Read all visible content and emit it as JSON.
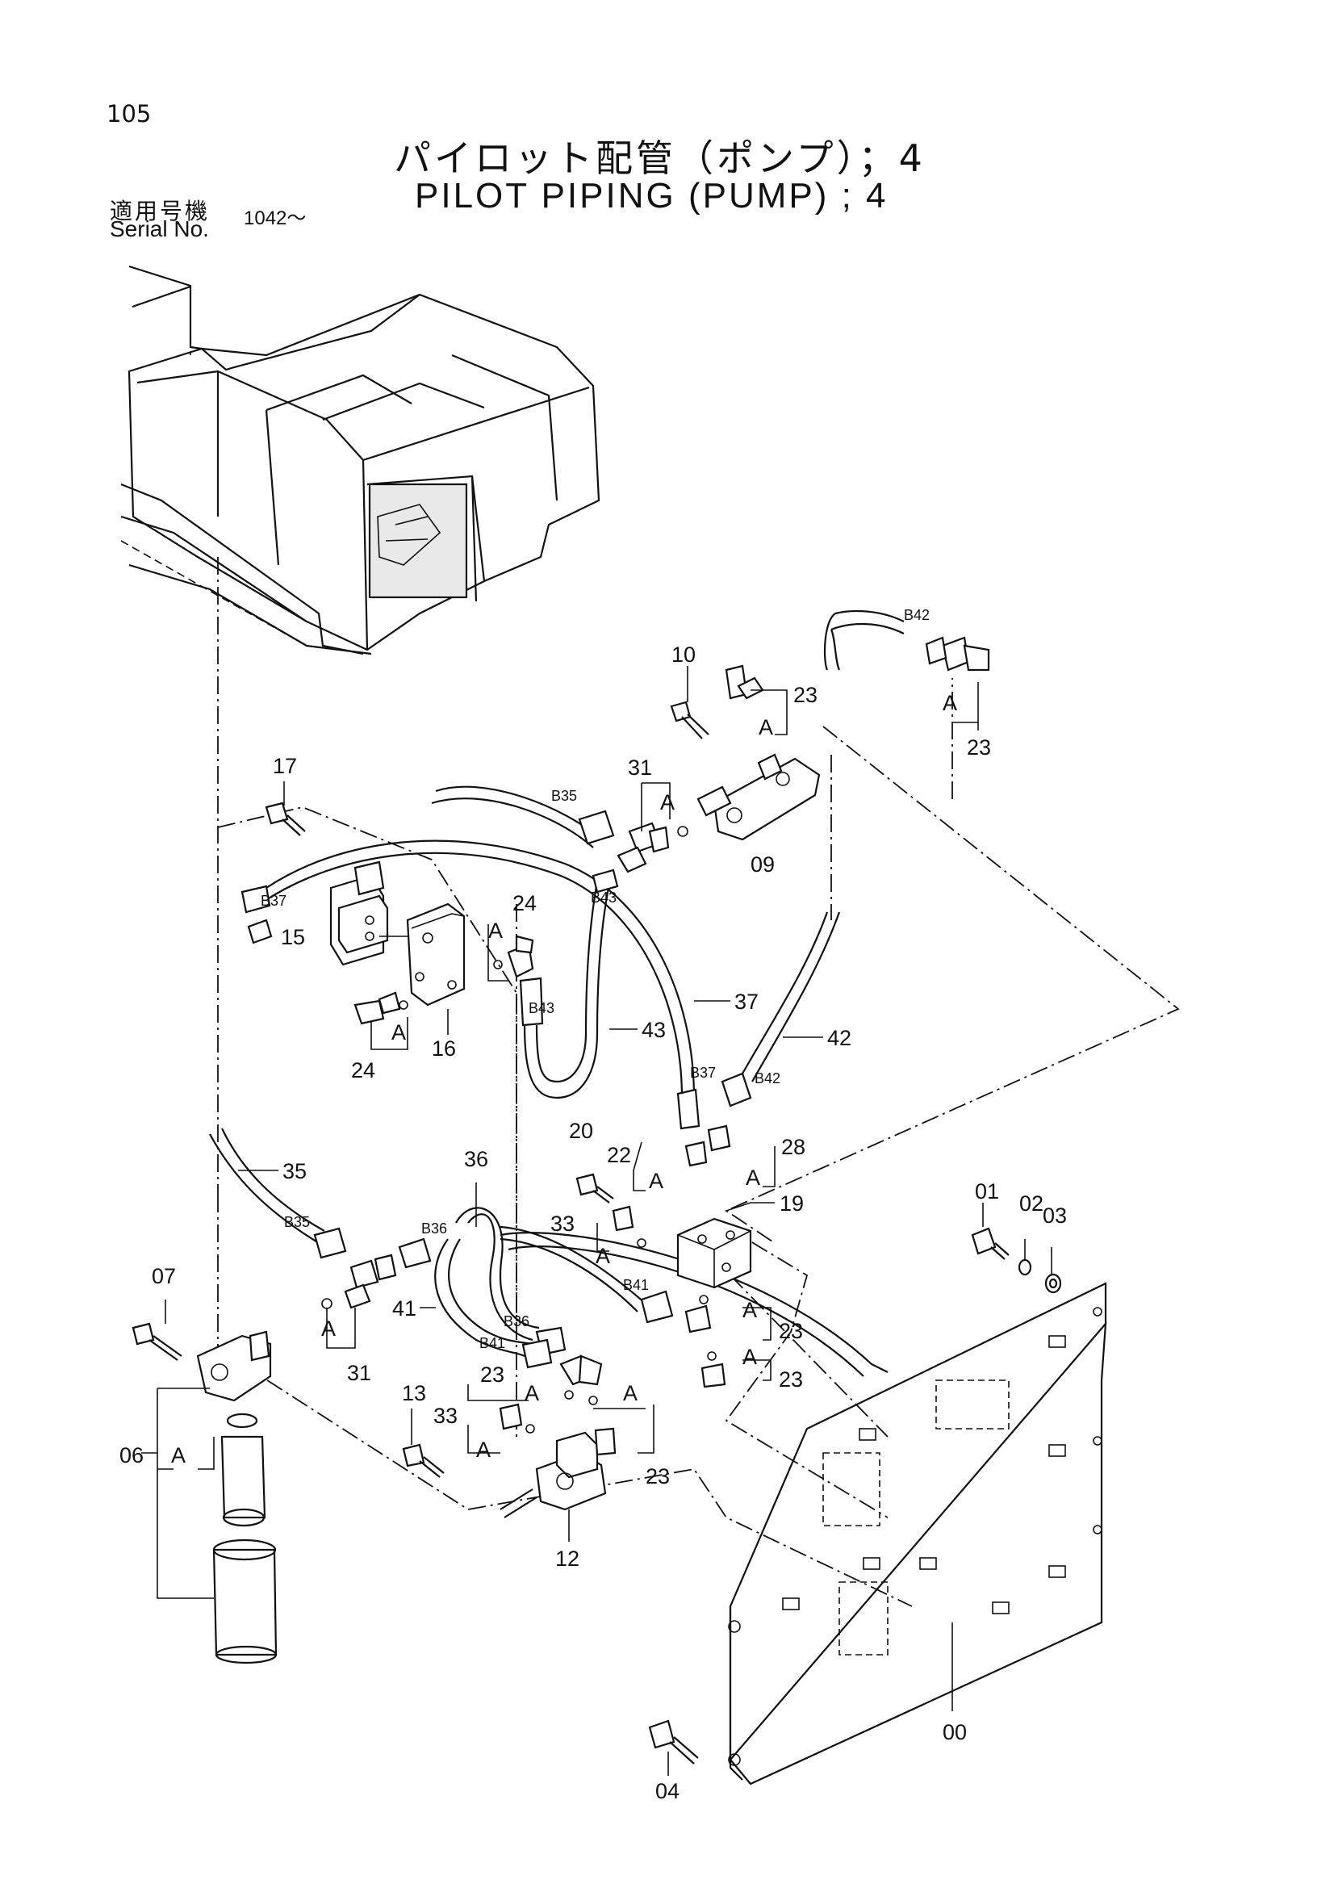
{
  "header": {
    "page_number": "105",
    "title_jp": "パイロット配管（ポンプ）；4",
    "title_en": "PILOT PIPING (PUMP) ; 4",
    "serial_jp": "適用号機",
    "serial_en": "Serial No.",
    "serial_value": "1042～"
  },
  "labels": {
    "p00": "00",
    "p01": "01",
    "p02": "02",
    "p03": "03",
    "p04": "04",
    "p06": "06",
    "p07": "07",
    "p09": "09",
    "p10": "10",
    "p12": "12",
    "p13": "13",
    "p15": "15",
    "p16": "16",
    "p17": "17",
    "p19": "19",
    "p20": "20",
    "p22": "22",
    "p23": "23",
    "p24": "24",
    "p28": "28",
    "p31": "31",
    "p33": "33",
    "p35": "35",
    "p36": "36",
    "p37": "37",
    "p41": "41",
    "p42": "42",
    "p43": "43",
    "a": "A"
  },
  "hose_tags": {
    "b35": "B35",
    "b36": "B36",
    "b37": "B37",
    "b41": "B41",
    "b42": "B42",
    "b43": "B43"
  }
}
